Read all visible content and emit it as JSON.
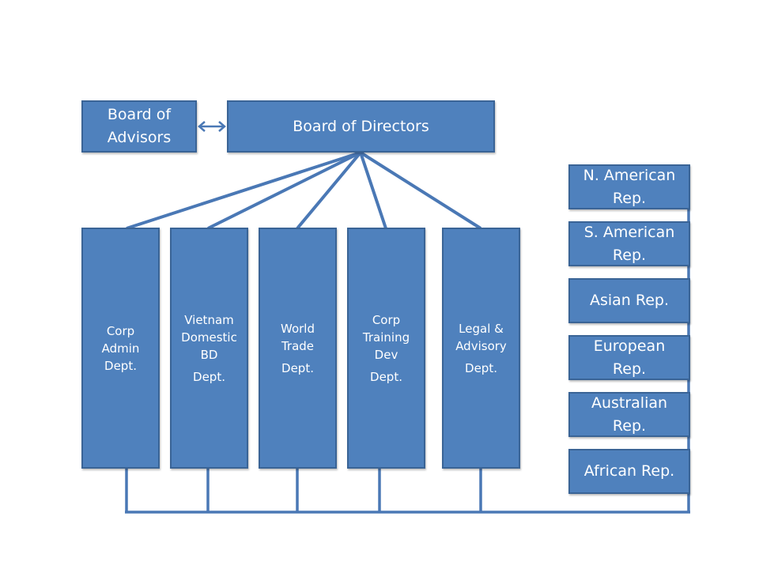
{
  "colors": {
    "box_fill": "#4f81bd",
    "box_border": "#3a6496",
    "connector": "#4a78b5",
    "text": "#ffffff"
  },
  "advisors": {
    "lines": [
      "Board of",
      "Advisors"
    ]
  },
  "directors": {
    "label": "Board of Directors"
  },
  "departments": [
    {
      "lines": [
        "Corp",
        "Admin",
        "Dept."
      ]
    },
    {
      "lines": [
        "Vietnam",
        "Domestic",
        "BD",
        "Dept."
      ]
    },
    {
      "lines": [
        "World",
        "Trade",
        "Dept."
      ]
    },
    {
      "lines": [
        "Corp",
        "Training",
        "Dev",
        "Dept."
      ]
    },
    {
      "lines": [
        "Legal &",
        "Advisory",
        "Dept."
      ]
    }
  ],
  "reps": [
    {
      "lines": [
        "N. American",
        "Rep."
      ]
    },
    {
      "lines": [
        "S. American",
        "Rep."
      ]
    },
    {
      "lines": [
        "Asian Rep."
      ]
    },
    {
      "lines": [
        "European",
        "Rep."
      ]
    },
    {
      "lines": [
        "Australian",
        "Rep."
      ]
    },
    {
      "lines": [
        "African Rep."
      ]
    }
  ]
}
